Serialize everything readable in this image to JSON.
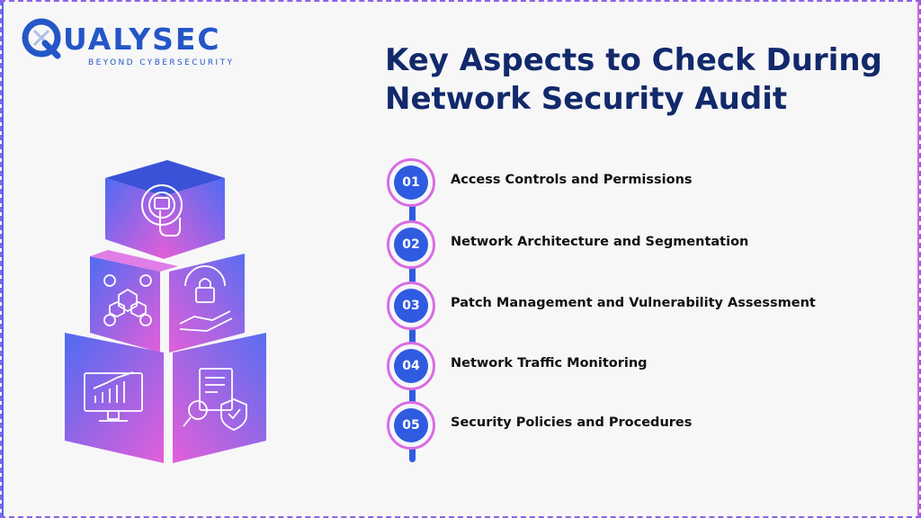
{
  "brand": {
    "name": "QUALYSEC",
    "name_rest": "UALYSEC",
    "tagline": "BEYOND CYBERSECURITY",
    "color": "#2456c8"
  },
  "title": {
    "line1": "Key Aspects to Check During",
    "line2": "Network Security Audit",
    "color": "#12296b"
  },
  "steps": [
    {
      "number": "01",
      "label": "Access Controls and Permissions"
    },
    {
      "number": "02",
      "label": "Network Architecture and Segmentation"
    },
    {
      "number": "03",
      "label": "Patch Management and Vulnerability Assessment"
    },
    {
      "number": "04",
      "label": "Network Traffic Monitoring"
    },
    {
      "number": "05",
      "label": "Security Policies and Procedures"
    }
  ],
  "illustration": {
    "icons": [
      "touch-access-icon",
      "network-nodes-icon",
      "secure-lock-hand-icon",
      "monitor-chart-icon",
      "document-inspect-icon"
    ],
    "gradient_start": "#4f6bf2",
    "gradient_end": "#e35fd9"
  },
  "colors": {
    "accent_blue": "#2f5be0",
    "accent_pink": "#d96ce4",
    "background": "#f7f7f8"
  }
}
